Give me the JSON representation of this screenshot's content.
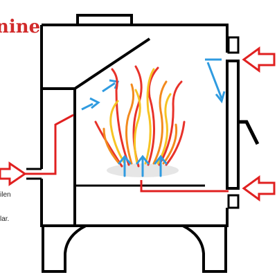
{
  "diagram": {
    "title_fragment": "nine",
    "side_texts": [
      "ilen",
      "lar."
    ],
    "colors": {
      "outline": "#000000",
      "air_path": "#e02020",
      "arrow_outline": "#e02020",
      "hot_air": "#2f9be0",
      "flame_red": "#e8322a",
      "flame_orange": "#f28a1e",
      "flame_yellow": "#f6c324",
      "flame_base": "#d9d9d9"
    }
  }
}
